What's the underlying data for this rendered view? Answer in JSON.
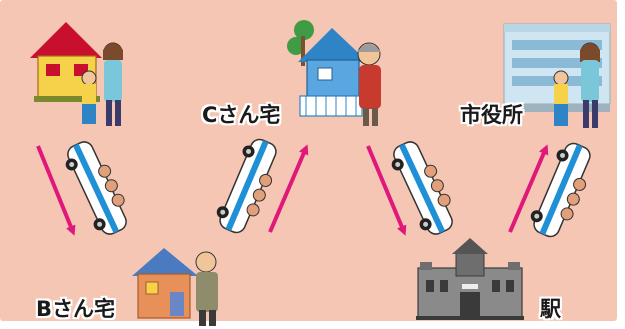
{
  "labels": {
    "c_house": "Cさん宅",
    "city_hall": "市役所",
    "b_house": "Bさん宅",
    "station": "駅"
  },
  "colors": {
    "background": "#f6c6b4",
    "arrow": "#e0187a",
    "car_body": "#ffffff",
    "car_stripe": "#1f8fd6",
    "house_walls": "#f5d24a",
    "house_roof": "#c8102e",
    "blue_house": "#2f84c5",
    "station_gray": "#6e6e6e"
  },
  "icons": {
    "house_mother_child": "house-with-mother-and-child-icon",
    "c_house": "blue-house-with-grandmother-icon",
    "city_hall": "city-hall-building-with-family-icon",
    "b_house": "orange-house-with-grandfather-icon",
    "station": "station-building-icon",
    "car": "car-icon",
    "arrow": "arrow-icon"
  }
}
